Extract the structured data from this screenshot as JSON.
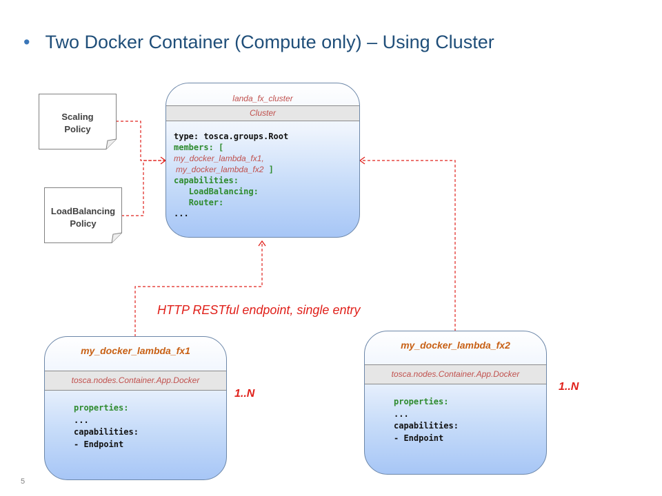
{
  "slide": {
    "bullet": "•",
    "title": "Two Docker Container (Compute only) – Using Cluster",
    "page_number": "5"
  },
  "policies": {
    "scaling_line1": "Scaling",
    "scaling_line2": "Policy",
    "lb_line1": "LoadBalancing",
    "lb_line2": "Policy"
  },
  "cluster": {
    "name": "landa_fx_cluster",
    "type_band": "Cluster",
    "type_line": "type: tosca.groups.Root",
    "members_label": "members: [",
    "member1": "my_docker_lambda_fx1,",
    "member2": "my_docker_lambda_fx2",
    "members_close": " ]",
    "capabilities": "capabilities:",
    "cap1": "LoadBalancing:",
    "cap2": "Router:",
    "ellipsis": "..."
  },
  "fx1": {
    "name": "my_docker_lambda_fx1",
    "type_band": "tosca.nodes.Container.App.Docker",
    "properties": "properties:",
    "ellipsis": "...",
    "capabilities": "capabilities:",
    "endpoint": "- Endpoint",
    "multiplicity": "1..N"
  },
  "fx2": {
    "name": "my_docker_lambda_fx2",
    "type_band": "tosca.nodes.Container.App.Docker",
    "properties": "properties:",
    "ellipsis": "...",
    "capabilities": "capabilities:",
    "endpoint": "- Endpoint",
    "multiplicity": "1..N"
  },
  "connector_label": "HTTP RESTful endpoint, single entry",
  "colors": {
    "title": "#1f4e79",
    "accent_red": "#e0201a",
    "node_name": "#c0504d",
    "keyword_green": "#2e8b2e"
  },
  "icons": {
    "policy": "folded-corner-note",
    "arrow": "open-arrowhead"
  }
}
